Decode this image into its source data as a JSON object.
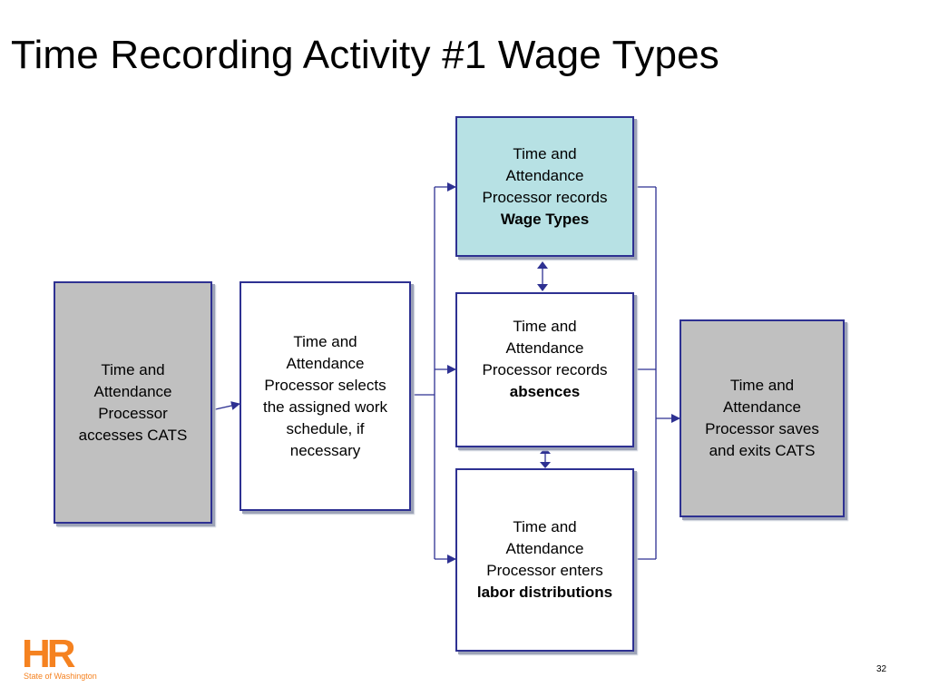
{
  "title": "Time Recording Activity #1 Wage Types",
  "boxes": {
    "access": {
      "lines": [
        "Time and",
        "Attendance",
        "Processor",
        "accesses CATS"
      ],
      "bold": ""
    },
    "schedule": {
      "lines": [
        "Time and",
        "Attendance",
        "Processor selects",
        "the assigned work",
        "schedule, if",
        "necessary"
      ],
      "bold": ""
    },
    "wage_types": {
      "lines": [
        "Time and",
        "Attendance",
        "Processor records"
      ],
      "bold": "Wage Types"
    },
    "absences": {
      "lines": [
        "Time and",
        "Attendance",
        "Processor records"
      ],
      "bold": "absences"
    },
    "labor": {
      "lines": [
        "Time and",
        "Attendance",
        "Processor enters"
      ],
      "bold": "labor distributions"
    },
    "save_exit": {
      "lines": [
        "Time and",
        "Attendance",
        "Processor saves",
        "and exits CATS"
      ],
      "bold": ""
    }
  },
  "colors": {
    "border": "#2e3192",
    "gray_fill": "#c0c0c0",
    "highlight_fill": "#b7e1e4",
    "logo": "#f58220"
  },
  "logo": {
    "mark": "HR",
    "subtitle": "State of Washington"
  },
  "page_number": "32"
}
